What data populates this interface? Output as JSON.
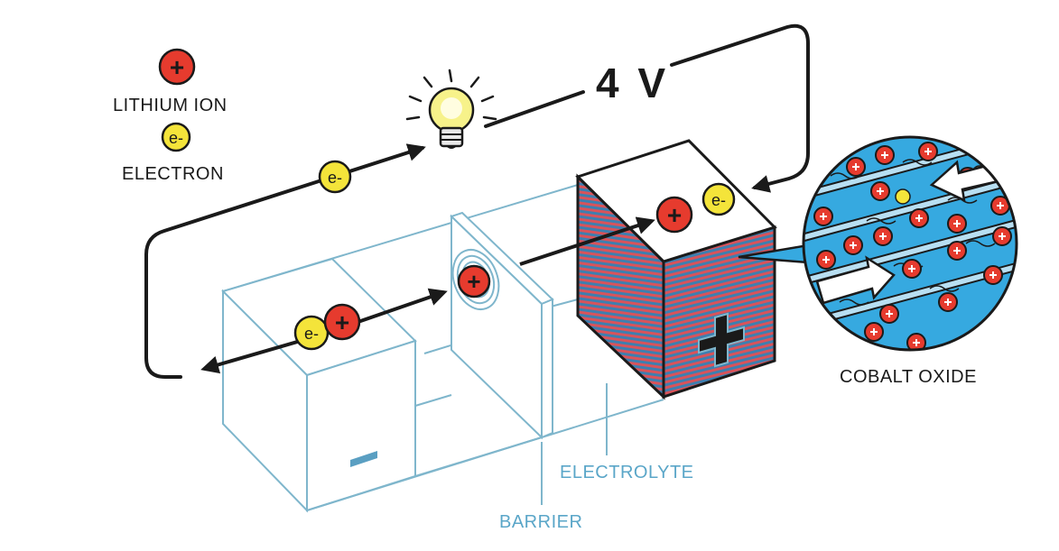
{
  "legend": {
    "ion_label": "LITHIUM ION",
    "electron_label": "ELECTRON"
  },
  "circuit": {
    "voltage": "4 V"
  },
  "labels": {
    "cobalt_oxide": "COBALT OXIDE",
    "electrolyte": "ELECTROLYTE",
    "barrier": "BARRIER"
  },
  "symbols": {
    "ion": "+",
    "electron": "e-",
    "anode_sign": "−",
    "cathode_sign": "+"
  },
  "colors": {
    "ion_red": "#e63b2e",
    "electron_yellow": "#f4e43a",
    "outline_blue": "#7fb6cc",
    "cathode_red_stripe": "#d9535a",
    "cathode_blue_stripe": "#3d7fb0",
    "lattice_blue": "#36a9e0",
    "ink": "#1a1a1a"
  }
}
